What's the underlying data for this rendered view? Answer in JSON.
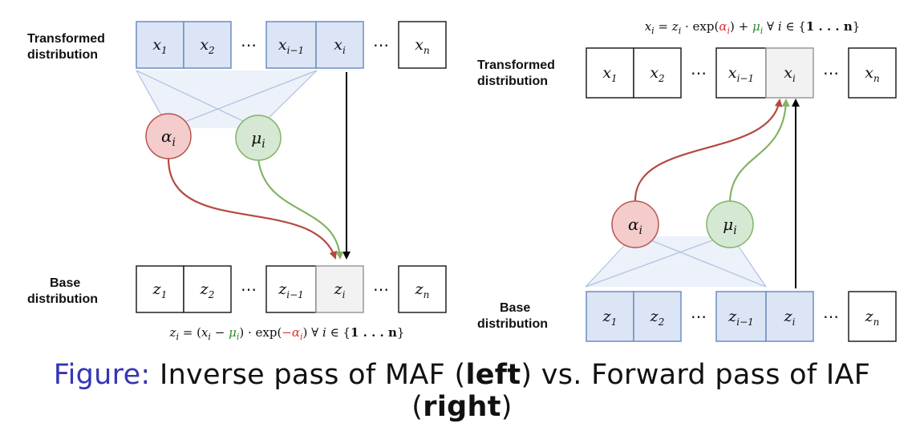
{
  "colors": {
    "blue_fill": "#dce5f6",
    "blue_stroke": "#6c8ebf",
    "gray_fill": "#f2f2f2",
    "red_fill": "#f4cccc",
    "red_stroke": "#b85450",
    "green_fill": "#d5e8d4",
    "green_stroke": "#82b366",
    "red_arrow": "#b5493f",
    "green_arrow": "#82b366",
    "caption_accent": "#3535b5",
    "formula_red": "#e03030",
    "formula_green": "#2e8b2e"
  },
  "left": {
    "transformed_label": [
      "Transformed",
      "distribution"
    ],
    "base_label": [
      "Base",
      "distribution"
    ],
    "top_cells": [
      "x_1",
      "x_2",
      "…",
      "x_{i−1}",
      "x_i",
      "…",
      "x_n"
    ],
    "bottom_cells": [
      "z_1",
      "z_2",
      "…",
      "z_{i−1}",
      "z_i",
      "…",
      "z_n"
    ],
    "alpha": "α_i",
    "mu": "μ_i",
    "formula": {
      "p1": "z",
      "p1s": "i",
      "p2": " = (",
      "p3": "x",
      "p3s": "i",
      "p4": " − ",
      "p5": "μ",
      "p5s": "i",
      "p6": ") · exp(",
      "p7": "−α",
      "p7s": "i",
      "p8": ")  ∀ ",
      "p9": "i",
      "p10": " ∈ {",
      "p11": "1 . . . n",
      "p12": "}"
    }
  },
  "right": {
    "transformed_label": [
      "Transformed",
      "distribution"
    ],
    "base_label": [
      "Base",
      "distribution"
    ],
    "top_cells": [
      "x_1",
      "x_2",
      "…",
      "x_{i−1}",
      "x_i",
      "…",
      "x_n"
    ],
    "bottom_cells": [
      "z_1",
      "z_2",
      "…",
      "z_{i−1}",
      "z_i",
      "…",
      "z_n"
    ],
    "alpha": "α_i",
    "mu": "μ_i",
    "formula": {
      "p1": "x",
      "p1s": "i",
      "p2": " = ",
      "p3": "z",
      "p3s": "i",
      "p4": " · exp(",
      "p5": "α",
      "p5s": "i",
      "p6": ") + ",
      "p7": "μ",
      "p7s": "i",
      "p8": "  ∀ ",
      "p9": "i",
      "p10": " ∈ {",
      "p11": "1 . . . n",
      "p12": "}"
    }
  },
  "caption": {
    "prefix": "Figure:",
    "text1": " Inverse pass of MAF (",
    "bold1": "left",
    "text2": ") vs.  Forward pass of IAF (",
    "bold2": "right",
    "text3": ")"
  }
}
